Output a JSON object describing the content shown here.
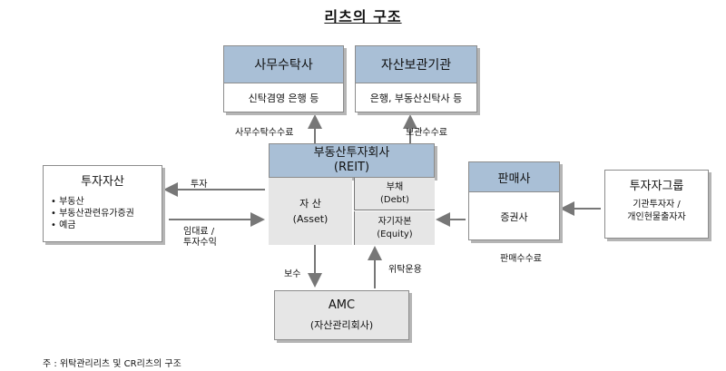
{
  "title": "리츠의 구조",
  "office_trustee": {
    "name": "사무수탁사",
    "examples": "신탁겸영 은행 등"
  },
  "custodian": {
    "name": "자산보관기관",
    "examples": "은행, 부동산신탁사 등"
  },
  "fee_labels": {
    "office_fee": "사무수탁수수료",
    "custody_fee": "보관수수료",
    "sales_fee": "판매수수료"
  },
  "reit": {
    "name": "부동산투자회사",
    "abbr": "(REIT)",
    "asset_label": "자 산",
    "asset_en": "(Asset)",
    "debt_label": "부채",
    "debt_en": "(Debt)",
    "equity_label": "자기자본",
    "equity_en": "(Equity)"
  },
  "investment_assets": {
    "title": "투자자산",
    "items": [
      "부동산",
      "부동산관련유가증권",
      "예금"
    ]
  },
  "flow_labels": {
    "investment": "투자",
    "rent_line1": "임대료 /",
    "rent_line2": "투자수익",
    "fee": "보수",
    "entrust": "위탁운용"
  },
  "seller": {
    "name": "판매사",
    "detail": "증권사"
  },
  "investors": {
    "title": "투자자그룹",
    "line1": "기관투자자 /",
    "line2": "개인현물출자자"
  },
  "amc": {
    "name": "AMC",
    "detail": "(자산관리회사)"
  },
  "footnote": "주 : 위탁관리리츠 및 CR리츠의 구조",
  "colors": {
    "header_fill": "#a9bfd6",
    "arrow": "#777777",
    "shadow": "#b5b5b5"
  }
}
